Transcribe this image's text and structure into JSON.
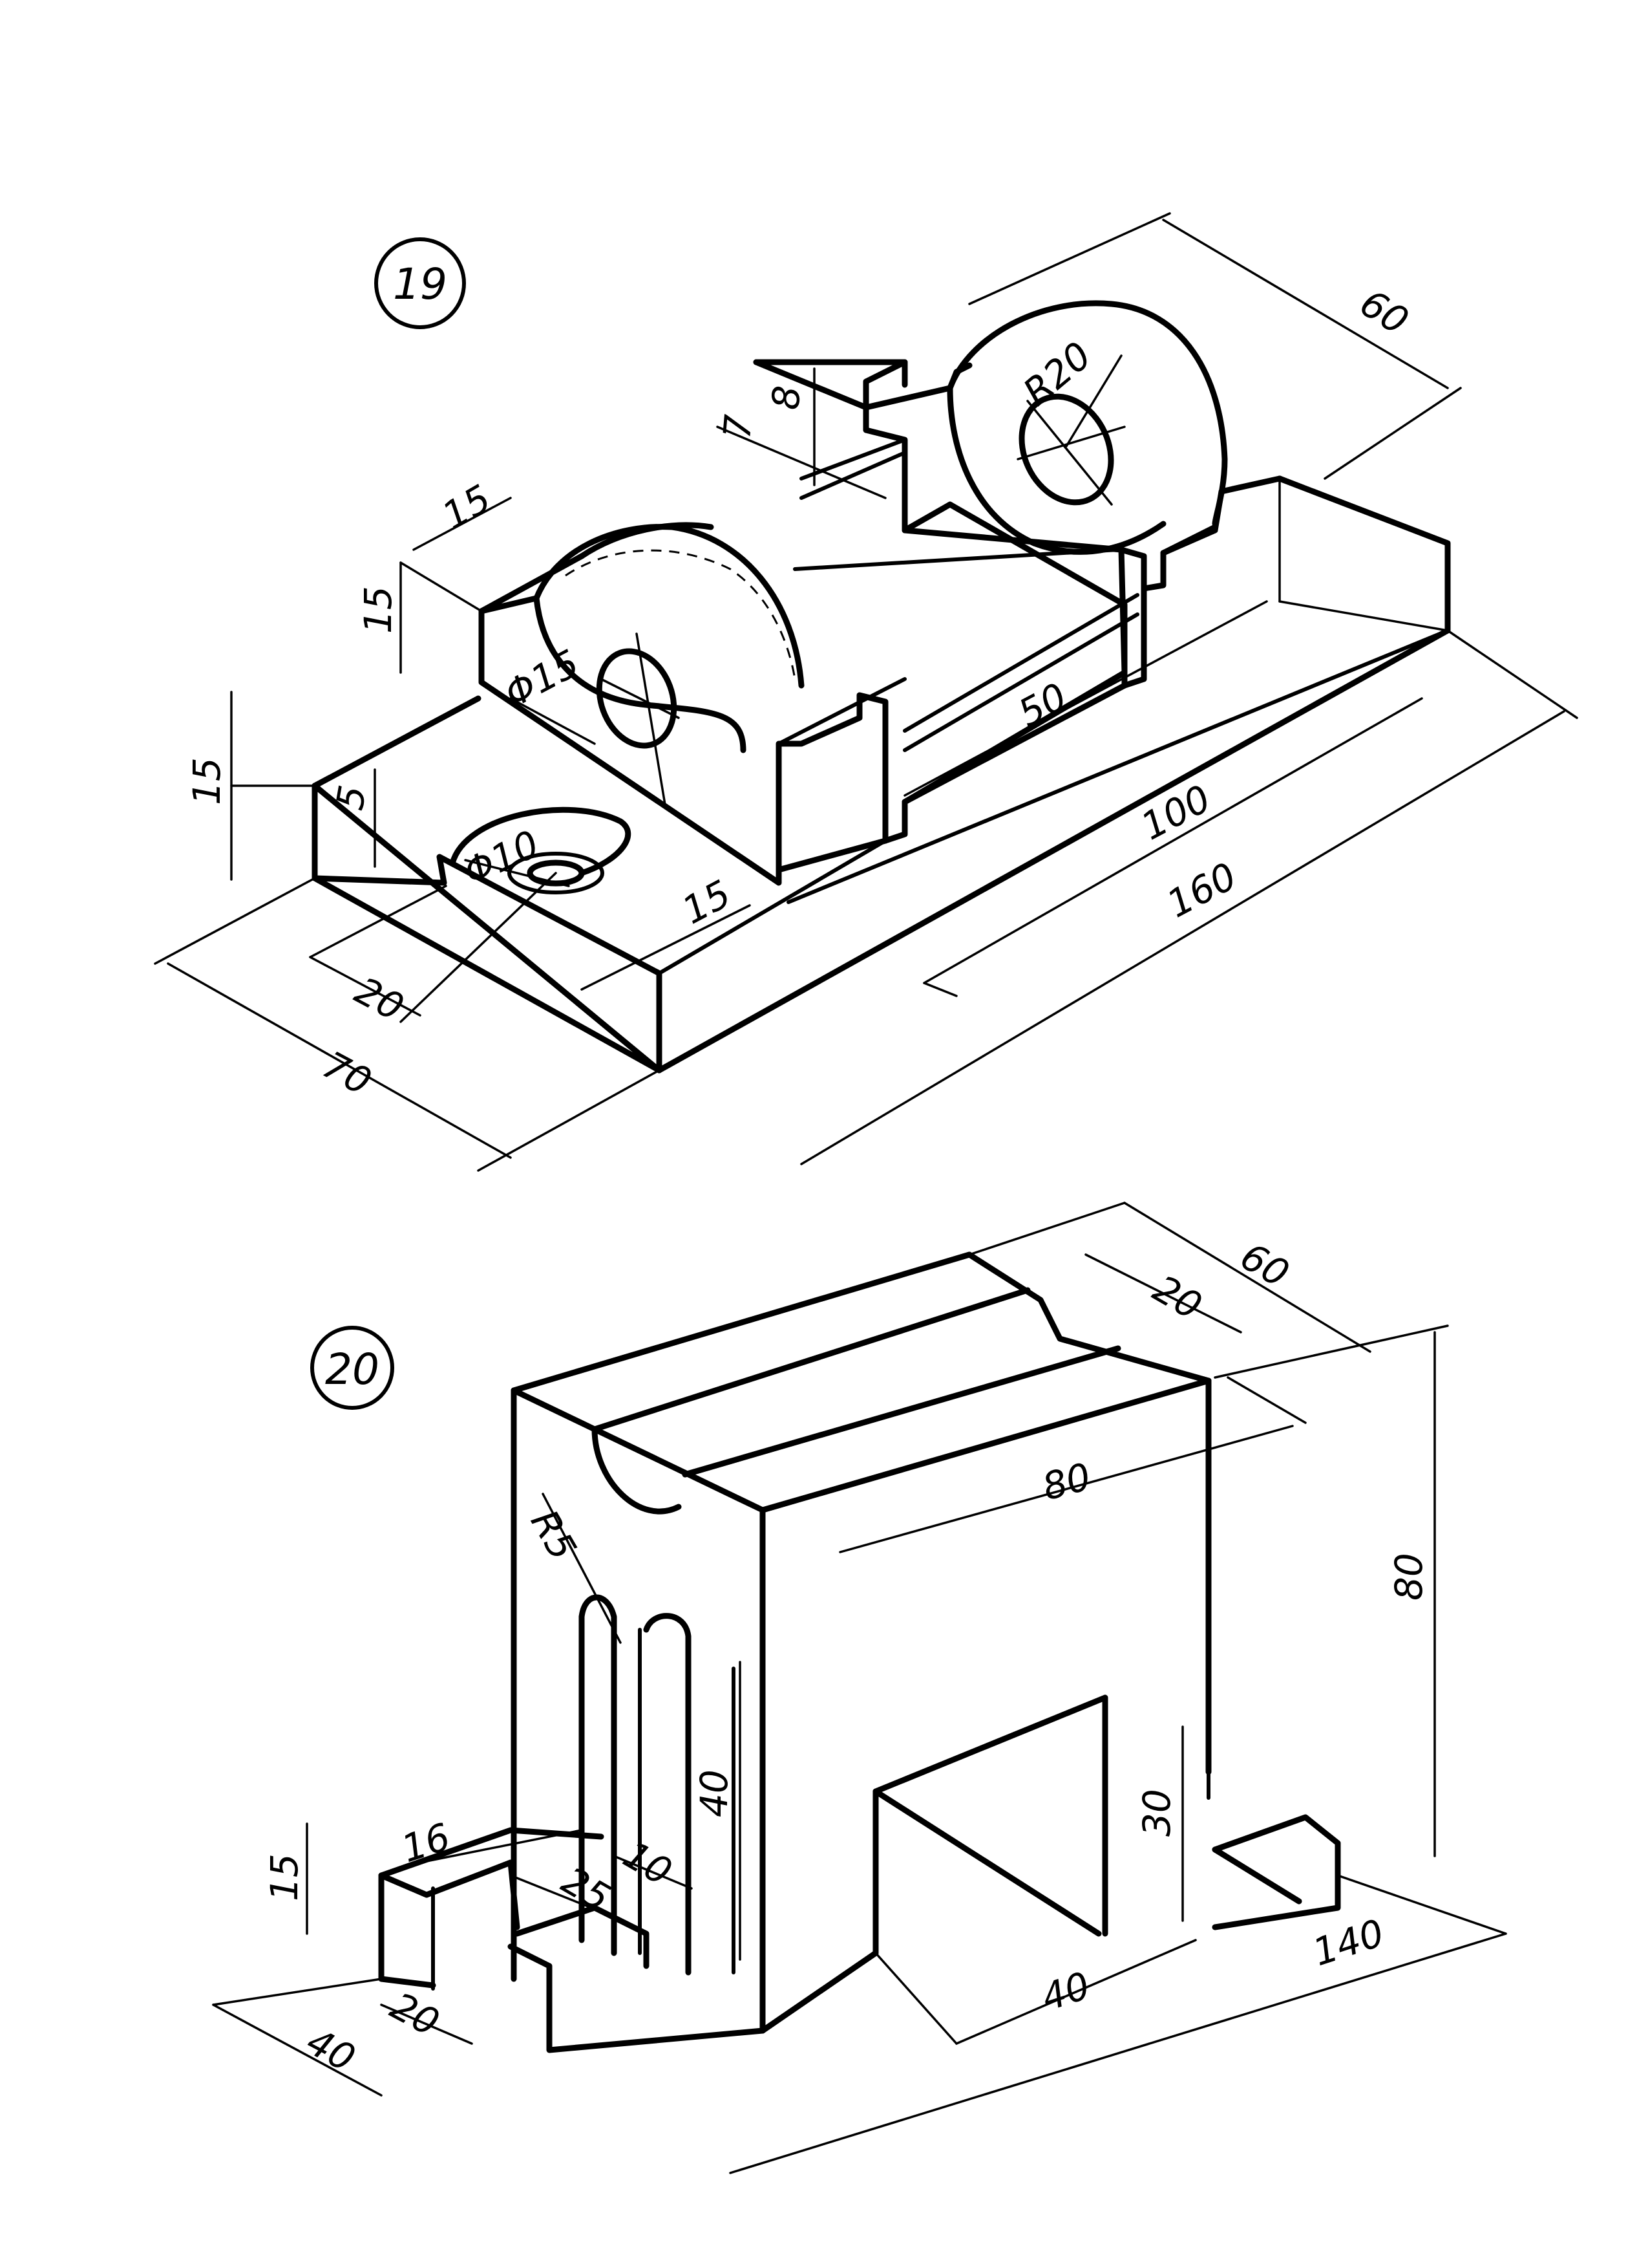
{
  "figures": [
    {
      "number": "19",
      "dimensions": {
        "d60": "60",
        "r20": "R20",
        "d8": "8",
        "d7": "7",
        "d15a": "15",
        "d15b": "15",
        "phi15": "Φ15",
        "d15c": "15",
        "d5": "5",
        "phi10": "Φ10",
        "d15d": "15",
        "d20": "20",
        "d70": "70",
        "d50": "50",
        "d100": "100",
        "d160": "160"
      }
    },
    {
      "number": "20",
      "dimensions": {
        "d60": "60",
        "d20a": "20",
        "d80a": "80",
        "d80b": "80",
        "r5": "R5",
        "d40a": "40",
        "d30": "30",
        "d16": "16",
        "d25": "25",
        "d10": "10",
        "d15": "15",
        "d40b": "40",
        "d20b": "20",
        "d40c": "40",
        "d140": "140"
      }
    }
  ]
}
